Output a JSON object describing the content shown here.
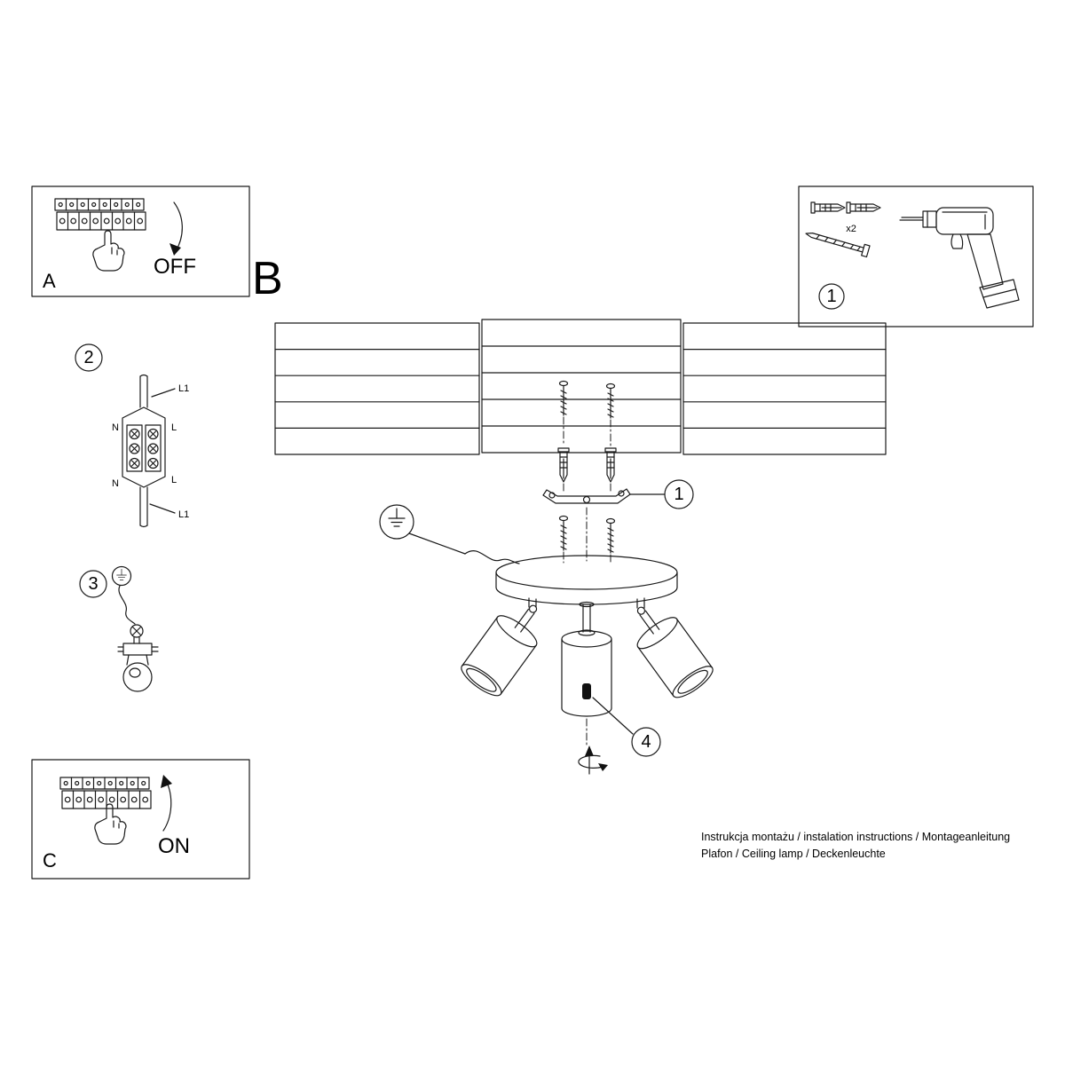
{
  "page": {
    "background": "#ffffff",
    "line_color": "#1a1a1a"
  },
  "panel_a": {
    "letter": "A",
    "switch_state": "OFF"
  },
  "section_b": {
    "letter": "B"
  },
  "panel_c": {
    "letter": "C",
    "switch_state": "ON"
  },
  "kit_box": {
    "step_number": "1",
    "anchor_quantity": "x2"
  },
  "wiring_step": {
    "step_number": "2",
    "labels": {
      "top_wire": "L1",
      "top_left": "N",
      "top_right": "L",
      "bottom_left": "N",
      "bottom_right": "L",
      "bottom_wire": "L1"
    }
  },
  "ground_step": {
    "step_number": "3"
  },
  "main_diagram": {
    "bracket_step_number": "1",
    "adjust_step_number": "4"
  },
  "footer": {
    "line1": "Instrukcja montażu / instalation instructions / Montageanleitung",
    "line2": "Plafon / Ceiling lamp / Deckenleuchte"
  }
}
